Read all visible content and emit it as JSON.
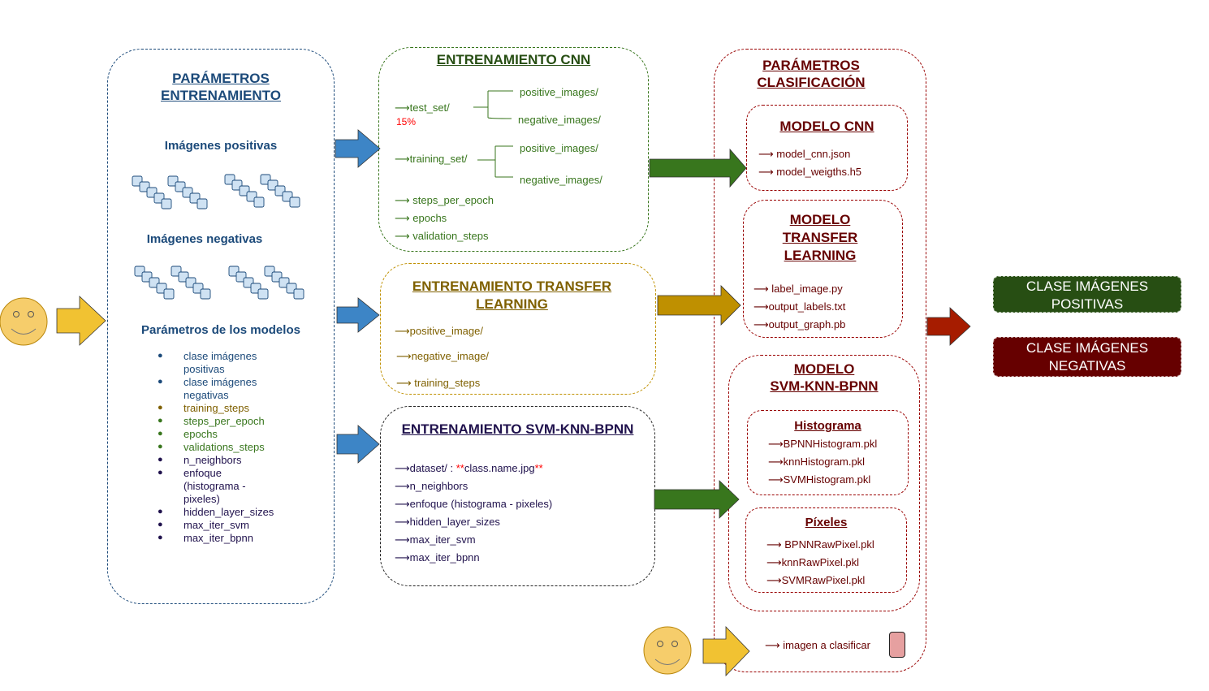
{
  "colors": {
    "blue": "#1c4a7a",
    "green": "#38761d",
    "olive": "#7f6000",
    "navy": "#20124d",
    "maroon": "#660000",
    "red_accent": "#ff0000",
    "arrow_blue": "#3d85c6",
    "arrow_green": "#38761d",
    "arrow_gold": "#bf9000",
    "arrow_red": "#a61c00",
    "arrow_yellow": "#f1c232",
    "class_pos_bg": "#274e13",
    "class_neg_bg": "#660000"
  },
  "icons": {
    "face": "smiley-face-icon",
    "images": "image-stack-icon",
    "doc": "document-icon"
  },
  "params": {
    "title_line1": "PARÁMETROS",
    "title_line2": "ENTRENAMIENTO",
    "pos_label": "Imágenes positivas",
    "neg_label": "Imágenes negativas",
    "models_label": "Parámetros de los modelos",
    "items": [
      {
        "text": "clase imágenes",
        "cont": "positivas",
        "color": "#1c4a7a"
      },
      {
        "text": "clase imágenes",
        "cont": "negativas",
        "color": "#1c4a7a"
      },
      {
        "text": "training_steps",
        "color": "#7f6000"
      },
      {
        "text": "steps_per_epoch",
        "color": "#38761d"
      },
      {
        "text": "epochs",
        "color": "#38761d"
      },
      {
        "text": "validations_steps",
        "color": "#38761d"
      },
      {
        "text": "n_neighbors",
        "color": "#20124d"
      },
      {
        "text": "enfoque",
        "cont": "(histograma -",
        "cont2": "pixeles)",
        "color": "#20124d"
      },
      {
        "text": "hidden_layer_sizes",
        "color": "#20124d"
      },
      {
        "text": "max_iter_svm",
        "color": "#20124d"
      },
      {
        "text": "max_iter_bpnn",
        "color": "#20124d"
      }
    ]
  },
  "cnn": {
    "title": "ENTRENAMIENTO CNN",
    "test_set": "⟶test_set/",
    "test_pct": "15%",
    "test_pos": "positive_images/",
    "test_neg": "negative_images/",
    "training_set": "⟶training_set/",
    "train_pos": "positive_images/",
    "train_neg": "negative_images/",
    "steps": "⟶  steps_per_epoch",
    "epochs": "⟶ epochs",
    "validation": "⟶ validation_steps"
  },
  "transfer": {
    "title_line1": "ENTRENAMIENTO TRANSFER",
    "title_line2": "LEARNING",
    "pos": "⟶positive_image/",
    "neg": "⟶negative_image/",
    "steps": "⟶ training_steps"
  },
  "svm": {
    "title": "ENTRENAMIENTO SVM-KNN-BPNN",
    "dataset": "⟶dataset/ : ",
    "dataset_red1": "**",
    "dataset_file": "class.name.jpg",
    "dataset_red2": "**",
    "items": [
      "⟶n_neighbors",
      "⟶enfoque (histograma - pixeles)",
      "⟶hidden_layer_sizes",
      "⟶max_iter_svm",
      "⟶max_iter_bpnn"
    ]
  },
  "classif": {
    "title_line1": "PARÁMETROS",
    "title_line2": "CLASIFICACIÓN",
    "cnn_title": "MODELO CNN",
    "cnn_files": [
      "⟶ model_cnn.json",
      "⟶ model_weigths.h5"
    ],
    "tl_title_lines": [
      "MODELO",
      "TRANSFER",
      "LEARNING"
    ],
    "tl_files": [
      "⟶ label_image.py",
      "⟶output_labels.txt",
      "⟶output_graph.pb"
    ],
    "svm_title_lines": [
      "MODELO",
      "SVM-KNN-BPNN"
    ],
    "hist_title": "Histograma",
    "hist_files": [
      "⟶BPNNHistogram.pkl",
      "⟶knnHistogram.pkl",
      "⟶SVMHistogram.pkl"
    ],
    "pix_title": "Píxeles",
    "pix_files": [
      "⟶ BPNNRawPixel.pkl",
      "⟶knnRawPixel.pkl",
      "⟶SVMRawPixel.pkl"
    ],
    "image_label": "⟶   imagen a clasificar"
  },
  "outputs": {
    "pos_line1": "CLASE IMÁGENES",
    "pos_line2": "POSITIVAS",
    "neg_line1": "CLASE IMÁGENES",
    "neg_line2": "NEGATIVAS"
  }
}
